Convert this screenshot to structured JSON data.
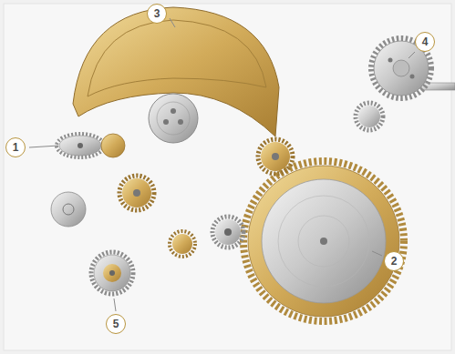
{
  "diagram": {
    "nodes": [
      {
        "text": [
          "3"
        ]
      },
      {
        "text": [
          "4"
        ]
      },
      {
        "text": [
          "1"
        ]
      },
      {
        "text": [
          "2"
        ]
      },
      {
        "text": [
          "5"
        ]
      }
    ]
  }
}
